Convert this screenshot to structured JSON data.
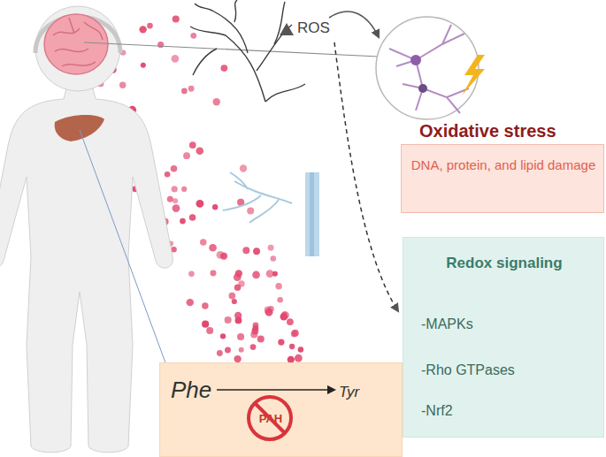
{
  "diagram": {
    "nodes": [
      {
        "text": [
          "Oxidative stress",
          "DNA, protein, and lipid damage"
        ]
      },
      {
        "text": [
          "Redox signaling",
          "-MAPKs",
          "-Rho GTPases",
          "-Nrf2"
        ]
      },
      {
        "text": [
          "Phe",
          "Tyr",
          "PAH"
        ]
      }
    ],
    "labels": [
      "ROS"
    ]
  }
}
